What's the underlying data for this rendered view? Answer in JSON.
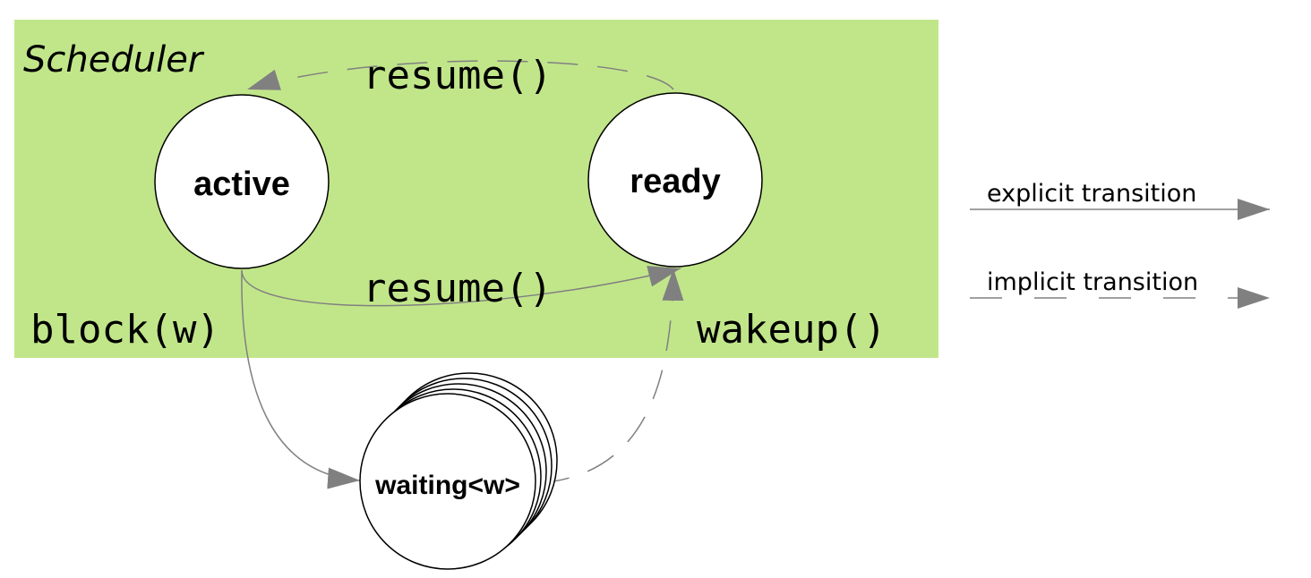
{
  "region": {
    "label": "Scheduler",
    "fill": "#c1e68a"
  },
  "states": {
    "active": "active",
    "ready": "ready",
    "waiting": "waiting<w>"
  },
  "transitions": {
    "resume_top": "resume()",
    "resume_bottom": "resume()",
    "block": "block(w)",
    "wakeup": "wakeup()"
  },
  "legend": {
    "explicit": "explicit transition",
    "implicit": "implicit transition"
  },
  "colors": {
    "edge": "#808080",
    "node_fill": "#ffffff",
    "node_stroke": "#000000"
  }
}
